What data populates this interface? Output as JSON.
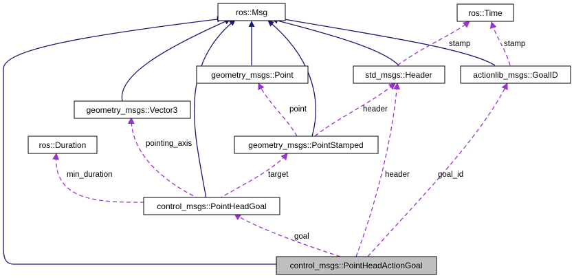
{
  "colors": {
    "inheritance_edge": "#191970",
    "usage_edge": "#9a32cd",
    "node_fill": "#ffffff",
    "node_border": "#000000",
    "highlight_fill": "#bfbfbf"
  },
  "nodes": {
    "ros_msg": "ros::Msg",
    "ros_time": "ros::Time",
    "geometry_point": "geometry_msgs::Point",
    "std_header": "std_msgs::Header",
    "actionlib_goalid": "actionlib_msgs::GoalID",
    "geometry_vector3": "geometry_msgs::Vector3",
    "ros_duration": "ros::Duration",
    "geometry_pointstamped": "geometry_msgs::PointStamped",
    "control_pointheadgoal": "control_msgs::PointHeadGoal",
    "control_pointheadactiongoal": "control_msgs::PointHeadActionGoal"
  },
  "edge_labels": {
    "stamp_header": "stamp",
    "stamp_goalid": "stamp",
    "point": "point",
    "header_pointstamped": "header",
    "pointing_axis": "pointing_axis",
    "min_duration": "min_duration",
    "target": "target",
    "header_actiongoal": "header",
    "goal_id": "goal_id",
    "goal": "goal"
  }
}
